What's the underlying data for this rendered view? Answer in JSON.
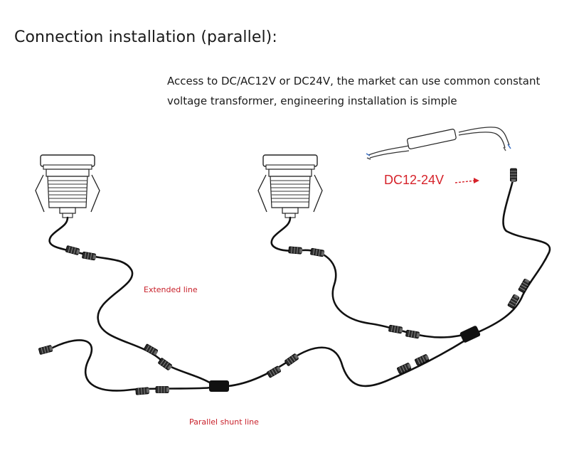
{
  "title": "Connection installation (parallel):",
  "description": {
    "line1": "Access to DC/AC12V or DC24V, the market can use common constant",
    "line2": "voltage transformer, engineering installation is simple"
  },
  "labels": {
    "voltage": "DC12-24V",
    "extended_line": "Extended line",
    "parallel_shunt_line": "Parallel shunt line"
  },
  "colors": {
    "text": "#1a1a1a",
    "accent_red": "#d6222a",
    "cable": "#111111"
  },
  "icons": [
    "downlight-fixture",
    "power-supply-transformer",
    "connector-plug",
    "splitter-box",
    "arrow-right"
  ]
}
